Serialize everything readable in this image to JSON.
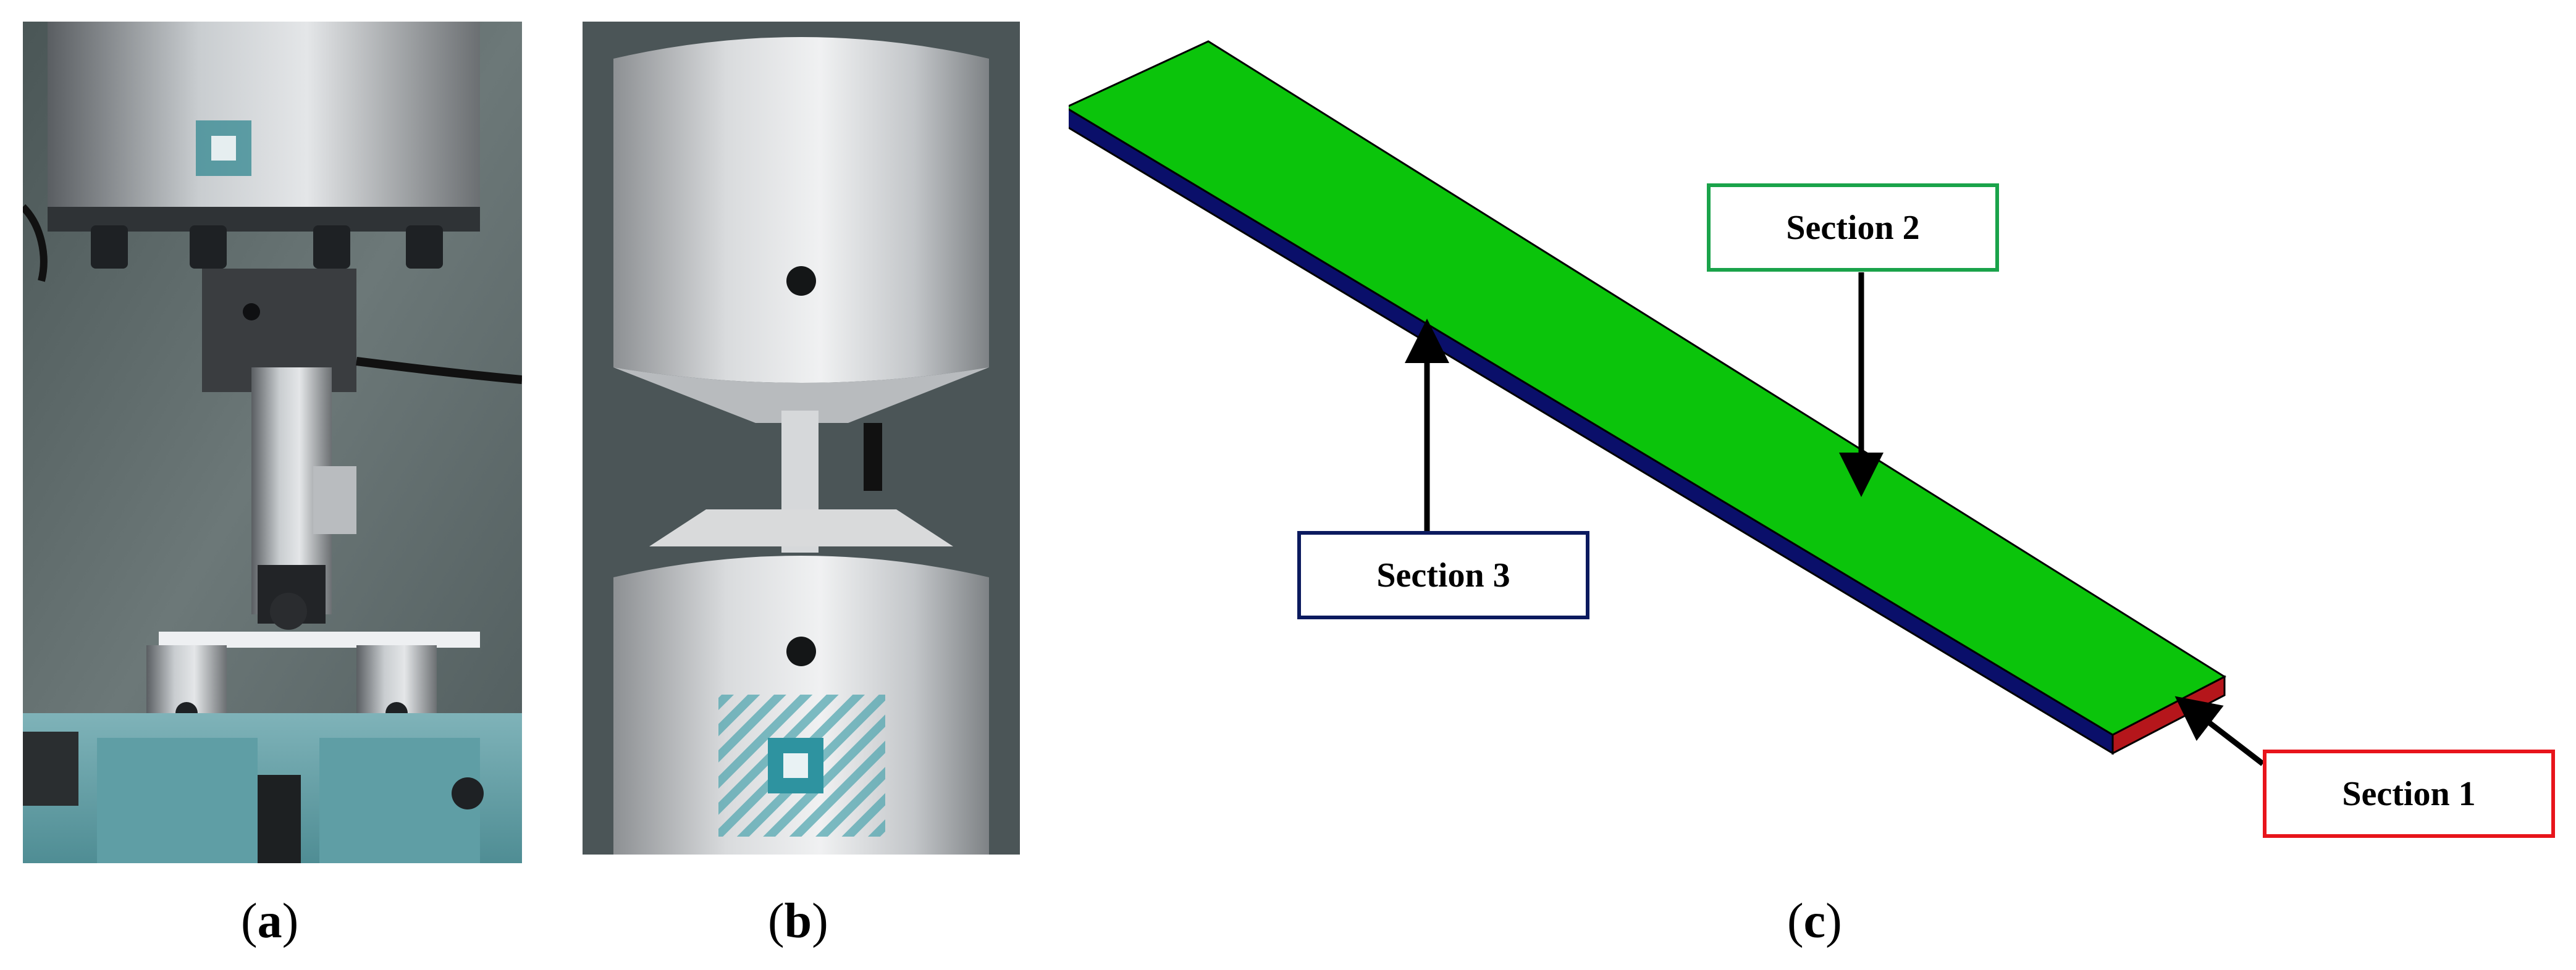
{
  "captions": {
    "a": "(a)",
    "b": "(b)",
    "c": "(c)"
  },
  "labels": {
    "section_1": "Section 1",
    "section_2": "Section 2",
    "section_3": "Section 3"
  },
  "colors": {
    "top_face": "#0bc40b",
    "side_face": "#0a0f6a",
    "end_face": "#b5161b",
    "section_1_border": "#e8141b",
    "section_2_border": "#1aa34a",
    "section_3_border": "#0b1a5e"
  }
}
